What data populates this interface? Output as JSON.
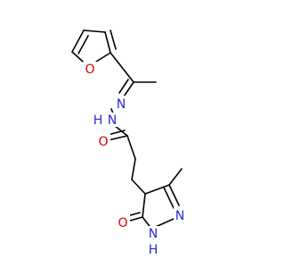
{
  "molecule": {
    "atoms": {
      "furan_oxygen": {
        "symbol": "O",
        "color": "#d40000"
      },
      "amide_nh": {
        "symbol": "N",
        "h": "H",
        "color": "#2a2ad4"
      },
      "imine_n": {
        "symbol": "N",
        "color": "#2a2ad4"
      },
      "amide_oxygen": {
        "symbol": "O",
        "color": "#d40000"
      },
      "ring_n": {
        "symbol": "N",
        "color": "#2a2ad4"
      },
      "ring_nh": {
        "symbol": "N",
        "h": "H",
        "color": "#2a2ad4"
      },
      "ring_oxygen": {
        "symbol": "O",
        "color": "#d40000"
      }
    },
    "bond_color": "#000000"
  }
}
